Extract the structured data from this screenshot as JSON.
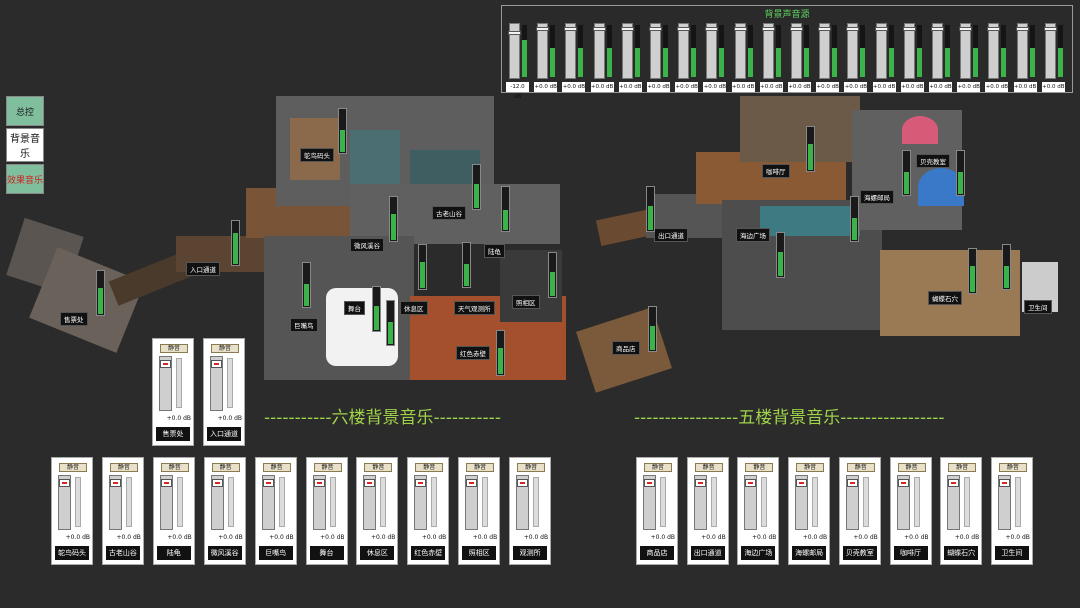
{
  "nav": {
    "master": "总控",
    "background": "背景音乐",
    "effects": "效果音乐"
  },
  "mixer": {
    "title": "背景声音源",
    "channels": [
      {
        "db": "-12.0 dB",
        "level": 0.72,
        "knob": 0.15
      },
      {
        "db": "+0.0 dB",
        "level": 0.55,
        "knob": 0.08
      },
      {
        "db": "+0.0 dB",
        "level": 0.55,
        "knob": 0.08
      },
      {
        "db": "+0.0 dB",
        "level": 0.55,
        "knob": 0.08
      },
      {
        "db": "+0.0 dB",
        "level": 0.55,
        "knob": 0.08
      },
      {
        "db": "+0.0 dB",
        "level": 0.55,
        "knob": 0.08
      },
      {
        "db": "+0.0 dB",
        "level": 0.55,
        "knob": 0.08
      },
      {
        "db": "+0.0 dB",
        "level": 0.55,
        "knob": 0.08
      },
      {
        "db": "+0.0 dB",
        "level": 0.55,
        "knob": 0.08
      },
      {
        "db": "+0.0 dB",
        "level": 0.55,
        "knob": 0.08
      },
      {
        "db": "+0.0 dB",
        "level": 0.55,
        "knob": 0.08
      },
      {
        "db": "+0.0 dB",
        "level": 0.55,
        "knob": 0.08
      },
      {
        "db": "+0.0 dB",
        "level": 0.55,
        "knob": 0.08
      },
      {
        "db": "+0.0 dB",
        "level": 0.55,
        "knob": 0.08
      },
      {
        "db": "+0.0 dB",
        "level": 0.55,
        "knob": 0.08
      },
      {
        "db": "+0.0 dB",
        "level": 0.55,
        "knob": 0.08
      },
      {
        "db": "+0.0 dB",
        "level": 0.55,
        "knob": 0.08
      },
      {
        "db": "+0.0 dB",
        "level": 0.55,
        "knob": 0.08
      },
      {
        "db": "+0.0 dB",
        "level": 0.55,
        "knob": 0.08
      },
      {
        "db": "+0.0 dB",
        "level": 0.55,
        "knob": 0.08
      }
    ]
  },
  "floor6": {
    "title": "-----------六楼背景音乐-----------",
    "labels": [
      "售票处",
      "入口通道",
      "鸵鸟码头",
      "微风溪谷",
      "古老山谷",
      "陆龟",
      "巨嘴鸟",
      "舞台",
      "休息区",
      "天气观测所",
      "照相区",
      "红色赤壁"
    ],
    "levels": [
      0.6,
      0.7,
      0.5,
      0.6,
      0.55,
      0.45,
      0.5,
      0.55,
      0.6,
      0.5,
      0.55,
      0.6,
      0.5
    ]
  },
  "floor5": {
    "title": "-----------------五楼背景音乐-----------------",
    "labels": [
      "出口通道",
      "咖啡厅",
      "贝壳教室",
      "海边广场",
      "海螺邮局",
      "蝴蝶石穴",
      "卫生间",
      "商品店"
    ],
    "levels": [
      0.55,
      0.6,
      0.5,
      0.55,
      0.5,
      0.6,
      0.5,
      0.55,
      0.5
    ]
  },
  "panels_top": [
    {
      "mute": "静音",
      "db": "+0.0 dB",
      "name": "售票处"
    },
    {
      "mute": "静音",
      "db": "+0.0 dB",
      "name": "入口通道"
    }
  ],
  "panels6": [
    {
      "mute": "静音",
      "db": "+0.0 dB",
      "name": "鸵鸟码头"
    },
    {
      "mute": "静音",
      "db": "+0.0 dB",
      "name": "古老山谷"
    },
    {
      "mute": "静音",
      "db": "+0.0 dB",
      "name": "陆龟"
    },
    {
      "mute": "静音",
      "db": "+0.0 dB",
      "name": "微风溪谷"
    },
    {
      "mute": "静音",
      "db": "+0.0 dB",
      "name": "巨嘴鸟"
    },
    {
      "mute": "静音",
      "db": "+0.0 dB",
      "name": "舞台"
    },
    {
      "mute": "静音",
      "db": "+0.0 dB",
      "name": "休息区"
    },
    {
      "mute": "静音",
      "db": "+0.0 dB",
      "name": "红色赤壁"
    },
    {
      "mute": "静音",
      "db": "+0.0 dB",
      "name": "照相区"
    },
    {
      "mute": "静音",
      "db": "+0.0 dB",
      "name": "观测所"
    }
  ],
  "panels5": [
    {
      "mute": "静音",
      "db": "+0.0 dB",
      "name": "商品店"
    },
    {
      "mute": "静音",
      "db": "+0.0 dB",
      "name": "出口通道"
    },
    {
      "mute": "静音",
      "db": "+0.0 dB",
      "name": "海边广场"
    },
    {
      "mute": "静音",
      "db": "+0.0 dB",
      "name": "海螺邮局"
    },
    {
      "mute": "静音",
      "db": "+0.0 dB",
      "name": "贝壳教室"
    },
    {
      "mute": "静音",
      "db": "+0.0 dB",
      "name": "咖啡厅"
    },
    {
      "mute": "静音",
      "db": "+0.0 dB",
      "name": "蝴蝶石穴"
    },
    {
      "mute": "静音",
      "db": "+0.0 dB",
      "name": "卫生间"
    }
  ]
}
